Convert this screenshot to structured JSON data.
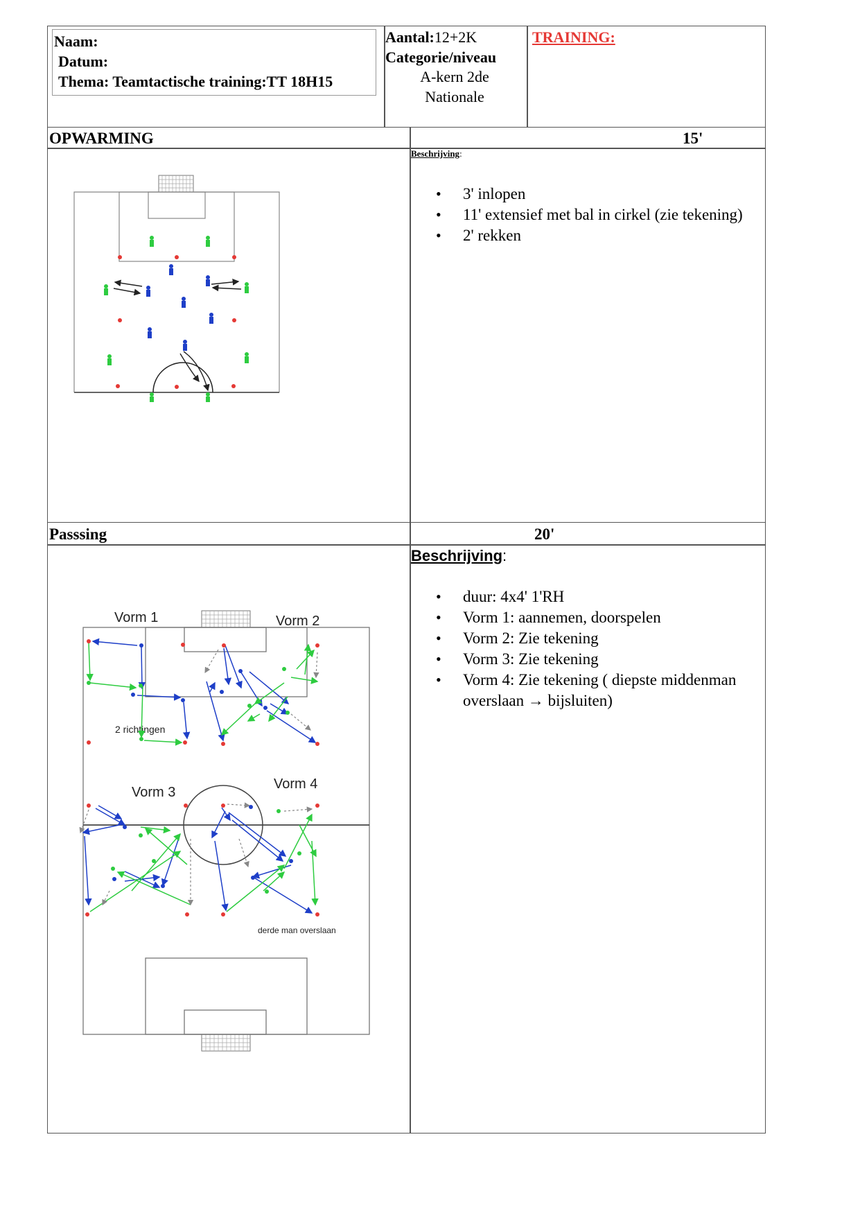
{
  "header": {
    "naam_label": "Naam:",
    "datum_label": "Datum:",
    "thema_label": "Thema: Teamtactische training:TT 18H15",
    "aantal_label": "Aantal:",
    "aantal_value": "12+2K",
    "categorie_label": "Categorie/niveau",
    "categorie_value_line1": "A-kern 2de",
    "categorie_value_line2": "Nationale",
    "training_label": "TRAINING:",
    "training_color": "#e53935"
  },
  "opwarming": {
    "title": "OPWARMING",
    "duration": "15'",
    "description_label": "Beschrijving",
    "items": [
      "3' inlopen",
      "11' extensief met bal in cirkel (zie tekening)",
      "2' rekken"
    ]
  },
  "passing": {
    "title": "Passsing",
    "duration": "20'",
    "description_label": "Beschrijving",
    "items": [
      "duur: 4x4' 1'RH",
      "Vorm 1: aannemen, doorspelen",
      "Vorm 2: Zie tekening",
      "Vorm 3: Zie tekening",
      "Vorm 4: Zie tekening ( diepste middenman overslaan → bijsluiten)"
    ],
    "diagram_labels": {
      "vorm1": "Vorm 1",
      "vorm2": "Vorm 2",
      "vorm3": "Vorm 3",
      "vorm4": "Vorm 4",
      "richtingen": "2 richtingen",
      "derde_man": "derde man overslaan"
    }
  },
  "colors": {
    "cone": "#e53935",
    "team_blue": "#1e3fc8",
    "team_green": "#2ecc40",
    "pass_gray": "#888888"
  }
}
